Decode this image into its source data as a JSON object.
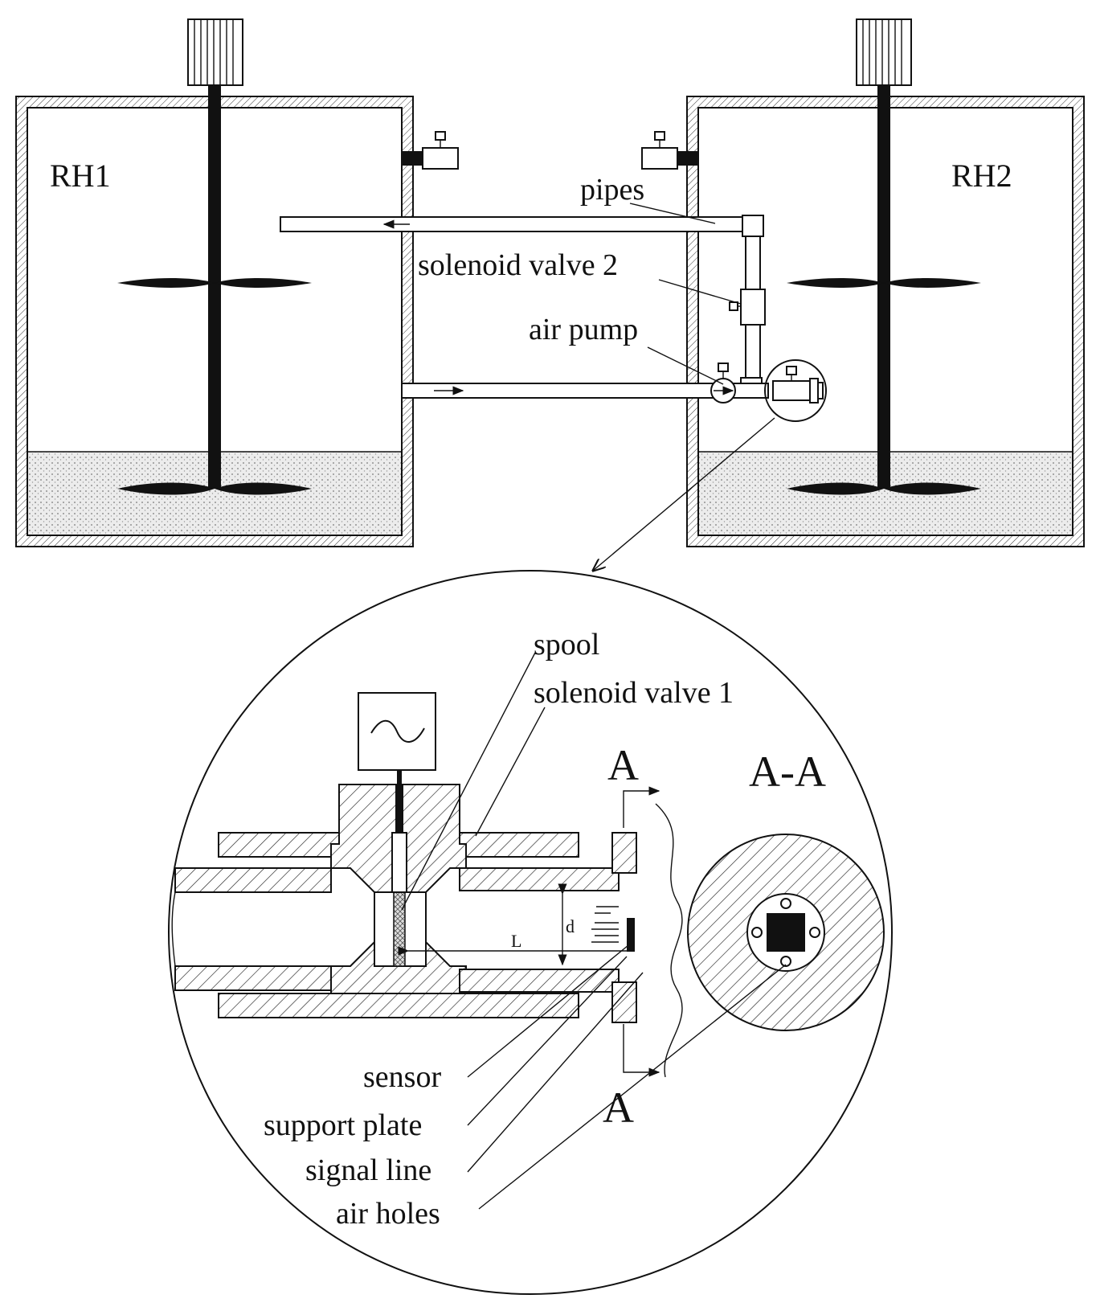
{
  "labels": {
    "rh1": "RH1",
    "rh2": "RH2",
    "pipes": "pipes",
    "solenoid_valve_2": "solenoid valve 2",
    "air_pump": "air pump",
    "spool": "spool",
    "solenoid_valve_1": "solenoid valve 1",
    "section_a_top": "A",
    "section_a_bottom": "A",
    "section_aa": "A-A",
    "sensor": "sensor",
    "support_plate": "support plate",
    "signal_line": "signal line",
    "air_holes": "air holes",
    "dim_l": "L",
    "dim_d": "d"
  },
  "colors": {
    "ink": "#111111",
    "background": "#ffffff",
    "sediment": "#e6e6e6"
  }
}
